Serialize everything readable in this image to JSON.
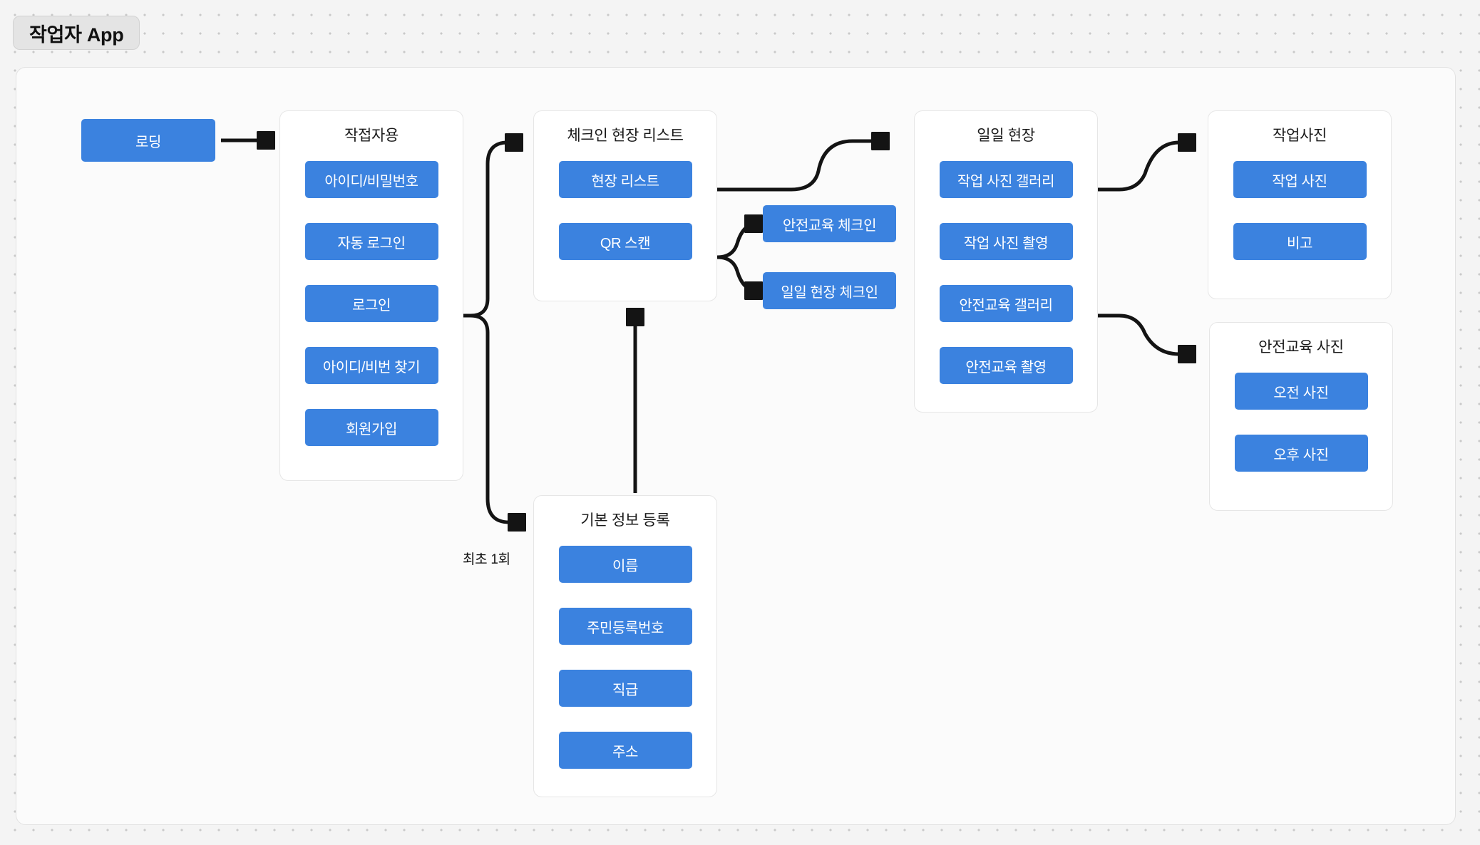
{
  "diagram": {
    "title": "작업자 App",
    "edge_labels": {
      "first_time_only": "최초 1회"
    },
    "accent_color": "#3b82df",
    "card_bg": "#ffffff",
    "canvas_bg": "#fbfbfb",
    "page_bg": "#f4f4f4",
    "standalone_nodes": [
      {
        "id": "loading",
        "label": "로딩"
      },
      {
        "id": "safety-edu-checkin",
        "label": "안전교육 체크인"
      },
      {
        "id": "daily-site-checkin",
        "label": "일일 현장 체크인"
      }
    ],
    "groups": [
      {
        "id": "worker-login",
        "title": "작접자용",
        "items": [
          {
            "label": "아이디/비밀번호"
          },
          {
            "label": "자동 로그인"
          },
          {
            "label": "로그인"
          },
          {
            "label": "아이디/비번 찾기"
          },
          {
            "label": "회원가입"
          }
        ]
      },
      {
        "id": "checkin-site-list",
        "title": "체크인 현장 리스트",
        "items": [
          {
            "label": "현장 리스트"
          },
          {
            "label": "QR 스캔"
          }
        ]
      },
      {
        "id": "daily-site",
        "title": "일일 현장",
        "items": [
          {
            "label": "작업 사진 갤러리"
          },
          {
            "label": "작업 사진 촬영"
          },
          {
            "label": "안전교육 갤러리"
          },
          {
            "label": "안전교육 촬영"
          }
        ]
      },
      {
        "id": "work-photo",
        "title": "작업사진",
        "items": [
          {
            "label": "작업 사진"
          },
          {
            "label": "비고"
          }
        ]
      },
      {
        "id": "safety-edu-photo",
        "title": "안전교육 사진",
        "items": [
          {
            "label": "오전 사진"
          },
          {
            "label": "오후 사진"
          }
        ]
      },
      {
        "id": "basic-info",
        "title": "기본 정보 등록",
        "items": [
          {
            "label": "이름"
          },
          {
            "label": "주민등록번호"
          },
          {
            "label": "직급"
          },
          {
            "label": "주소"
          }
        ]
      }
    ]
  }
}
